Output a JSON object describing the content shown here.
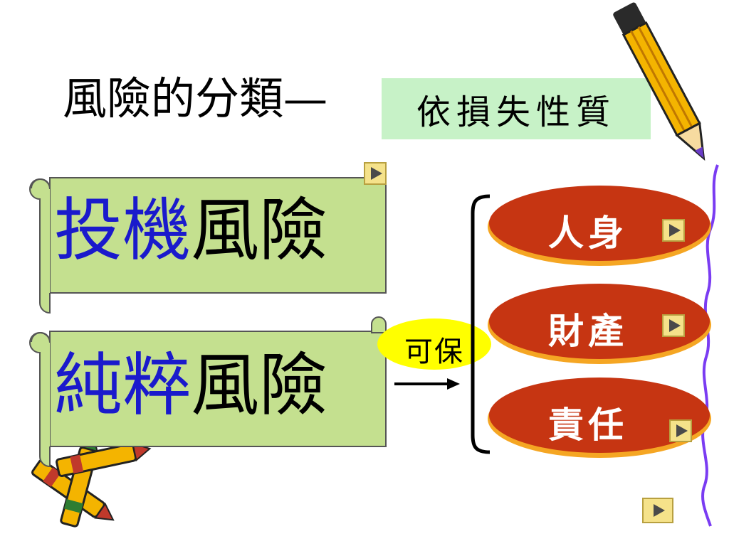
{
  "title": {
    "main": "風險的分類",
    "dash": "—",
    "criterion": "依損失性質"
  },
  "scrolls": [
    {
      "highlight": "投機",
      "rest": "風險"
    },
    {
      "highlight": "純粹",
      "rest": "風險"
    }
  ],
  "insurable_label": "可保",
  "categories": [
    {
      "label": "人身"
    },
    {
      "label": "財產"
    },
    {
      "label": "責任"
    }
  ],
  "icons": {
    "play": "play-icon",
    "crayon": "crayon-icon"
  },
  "colors": {
    "scroll_fill": "#c4e08f",
    "oval_fill": "#c63512",
    "oval_border": "#f5a623",
    "insurable_fill": "#ffff00",
    "highlight_text": "#1a1acc",
    "subtitle_bg": "#c7f2c7",
    "squiggle": "#7a3cf2"
  }
}
